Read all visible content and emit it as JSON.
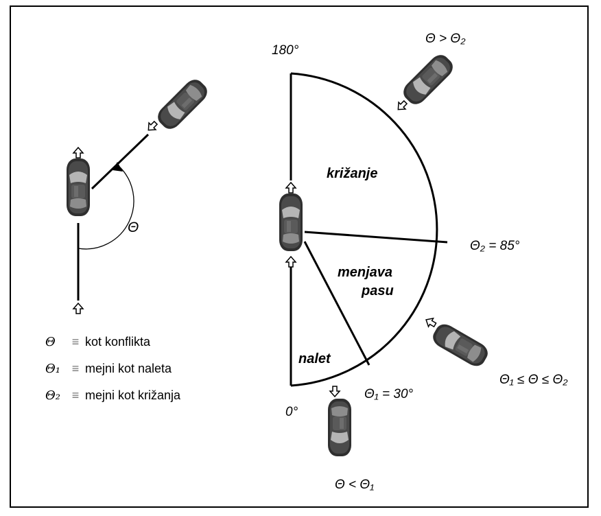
{
  "labels": {
    "deg_180": "180°",
    "deg_0": "0°",
    "theta": "Θ",
    "theta_gt_theta2": "Θ > Θ₂",
    "theta2_85": "Θ₂ = 85°",
    "theta1_30": "Θ₁ = 30°",
    "theta_lt_theta1": "Θ < Θ₁",
    "theta_between": "Θ₁ ≤ Θ ≤ Θ₂",
    "region_crossing": "križanje",
    "region_lane_change_1": "menjava",
    "region_lane_change_2": "pasu",
    "region_rear_end": "nalet"
  },
  "legend": [
    {
      "symbol": "Θ",
      "eq": "≡",
      "text": "kot konflikta"
    },
    {
      "symbol": "Θ₁",
      "eq": "≡",
      "text": "mejni kot naleta"
    },
    {
      "symbol": "Θ₂",
      "eq": "≡",
      "text": "mejni kot križanja"
    }
  ],
  "colors": {
    "car_body": "#3a3a3a",
    "car_highlight": "#9a9a9a",
    "line": "#000000"
  }
}
